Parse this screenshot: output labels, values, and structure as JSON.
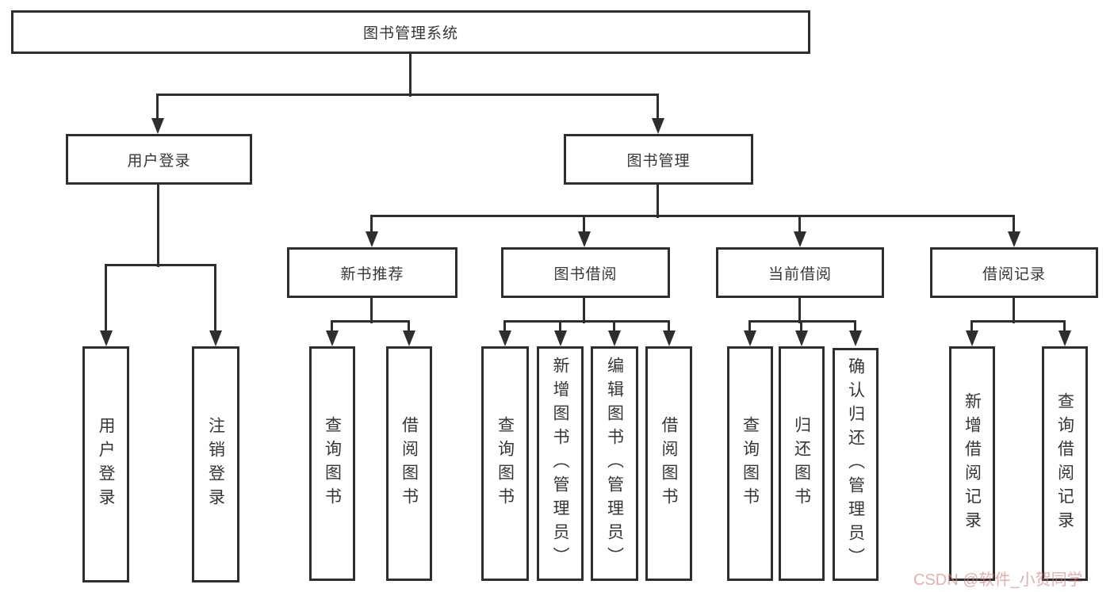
{
  "root": {
    "label": "图书管理系统",
    "children": [
      {
        "label": "用户登录",
        "children": [
          {
            "label": "用户登录"
          },
          {
            "label": "注销登录"
          }
        ]
      },
      {
        "label": "图书管理",
        "children": [
          {
            "label": "新书推荐",
            "children": [
              {
                "label": "查询图书"
              },
              {
                "label": "借阅图书"
              }
            ]
          },
          {
            "label": "图书借阅",
            "children": [
              {
                "label": "查询图书"
              },
              {
                "label": "新增图书（管理员）"
              },
              {
                "label": "编辑图书（管理员）"
              },
              {
                "label": "借阅图书"
              }
            ]
          },
          {
            "label": "当前借阅",
            "children": [
              {
                "label": "查询图书"
              },
              {
                "label": "归还图书"
              },
              {
                "label": "确认归还（管理员）"
              }
            ]
          },
          {
            "label": "借阅记录",
            "children": [
              {
                "label": "新增借阅记录"
              },
              {
                "label": "查询借阅记录"
              }
            ]
          }
        ]
      }
    ]
  },
  "watermark": {
    "text": "CSDN @软件_小贺同学"
  },
  "colors": {
    "line": "#2e2e2e",
    "text": "#363636",
    "background": "#ffffff",
    "watermark": "#d77d7d"
  }
}
